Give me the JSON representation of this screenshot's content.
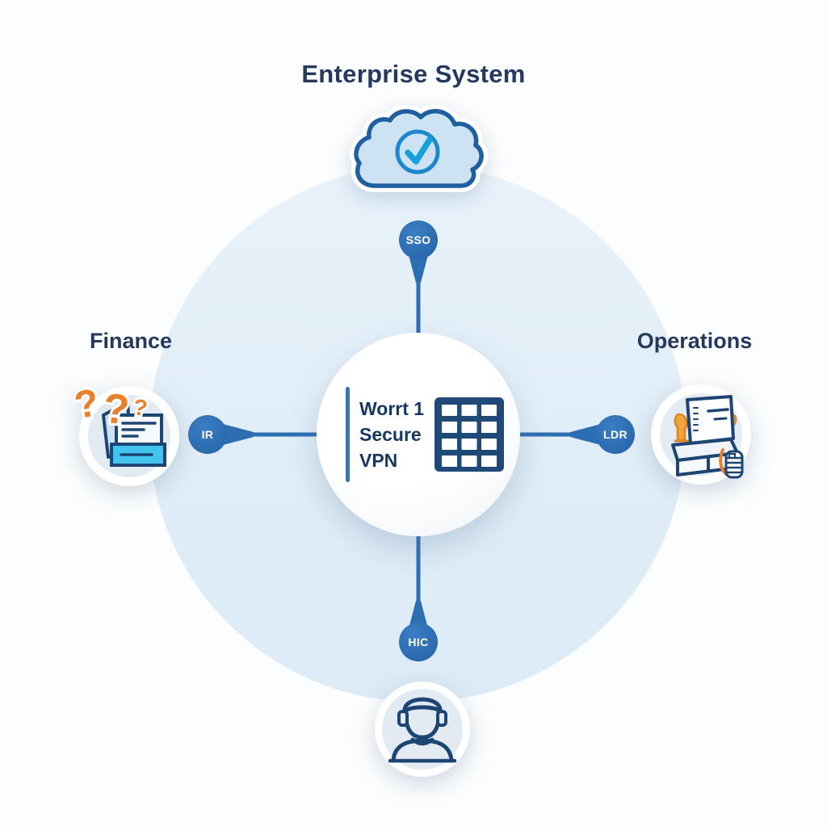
{
  "title": "Enterprise System",
  "hub": {
    "line1": "Worrt 1",
    "line2": "Secure",
    "line3": "VPN"
  },
  "nodes": {
    "top": "SSO",
    "left": "IR",
    "right": "LDR",
    "bottom": "HIC"
  },
  "sections": {
    "left": "Finance",
    "right": "Operations"
  },
  "icons": {
    "top": "cloud-check-icon",
    "hub": "grid-icon",
    "left": "finance-documents-icon",
    "right": "operations-machine-icon",
    "bottom": "support-agent-icon"
  },
  "colors": {
    "navy_text": "#25395d",
    "icon_navy": "#1d4573",
    "node_blue": "#2d6db2",
    "connector_blue": "#2d6db2",
    "background_circle": "#e0edf7",
    "hub_bar_blue": "#3d74ab",
    "cloud_fill": "#cde2f3",
    "cloud_outline": "#1e5fa0",
    "check_ring_blue": "#1c87c9",
    "check_blue": "#16a0dd",
    "accent_cyan": "#41c4ee",
    "accent_orange": "#e8802a",
    "badge_inner": "#e3ebf2"
  }
}
